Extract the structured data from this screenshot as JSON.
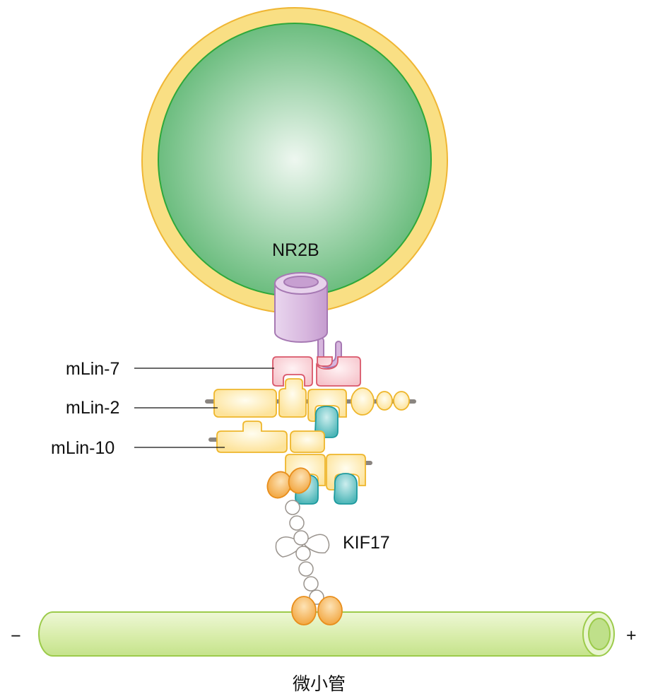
{
  "labels": {
    "nr2b": "NR2B",
    "mlin7": "mLin-7",
    "mlin2": "mLin-2",
    "mlin10": "mLin-10",
    "kif17": "KIF17",
    "microtubule": "微小管",
    "minus_end": "−",
    "plus_end": "+"
  },
  "colors": {
    "vesicle_membrane": "#f9df84",
    "vesicle_membrane_edge": "#efb634",
    "vesicle_lumen_edge": "#2ea83a",
    "vesicle_lumen_center": "#eef7f0",
    "vesicle_lumen_outer": "#6cbd7f",
    "receptor": "#d7b6de",
    "receptor_edge": "#a679b3",
    "mlin7_fill": "#f6cfd4",
    "mlin7_edge": "#d9576a",
    "scaffold_fill": "#fde9a4",
    "scaffold_edge": "#eeb62c",
    "teal_fill": "#5cbfc0",
    "teal_edge": "#1e9a9e",
    "motor_head": "#f4b55a",
    "motor_edge": "#e88e1c",
    "microtubule_fill": "#d8edaa",
    "microtubule_edge": "#9ccb4b"
  }
}
